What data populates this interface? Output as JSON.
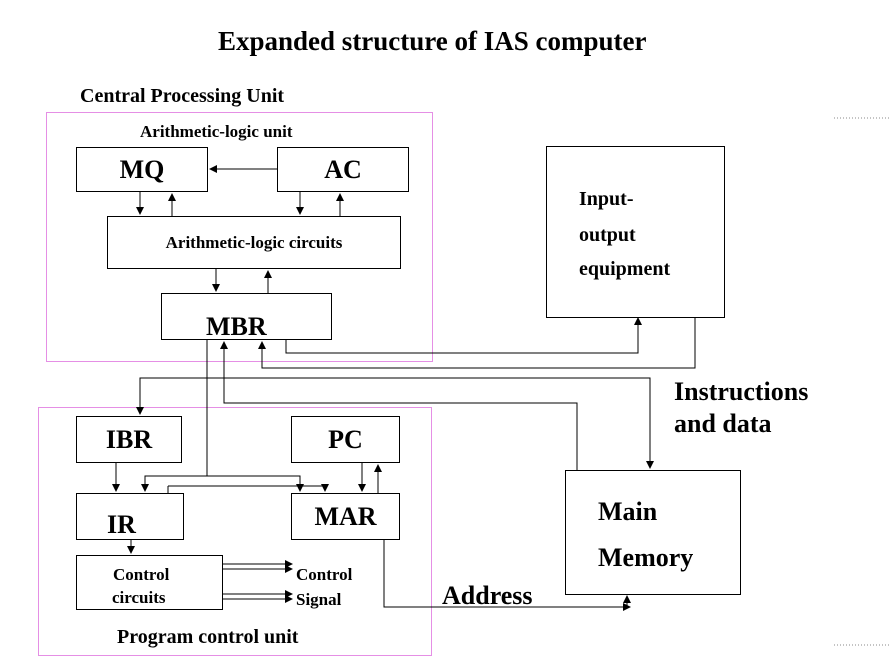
{
  "title": "Expanded structure of IAS computer",
  "cpu": {
    "label": "Central Processing Unit",
    "alu": {
      "label": "Arithmetic-logic unit",
      "mq": "MQ",
      "ac": "AC",
      "circuits": "Arithmetic-logic circuits",
      "mbr": "MBR"
    }
  },
  "io": {
    "line1": "Input-",
    "line2": "output",
    "line3": "equipment"
  },
  "pcu": {
    "label": "Program control unit",
    "ibr": "IBR",
    "pc": "PC",
    "ir": "IR",
    "mar": "MAR",
    "control_line1": "Control",
    "control_line2": "circuits",
    "signal_line1": "Control",
    "signal_line2": "Signal"
  },
  "memory": {
    "line1": "Main",
    "line2": "Memory"
  },
  "labels": {
    "instructions_line1": "Instructions",
    "instructions_line2": "and data",
    "address": "Address"
  },
  "colors": {
    "region_border": "#e58fe5",
    "line": "#000000",
    "dotted": "#888888"
  }
}
